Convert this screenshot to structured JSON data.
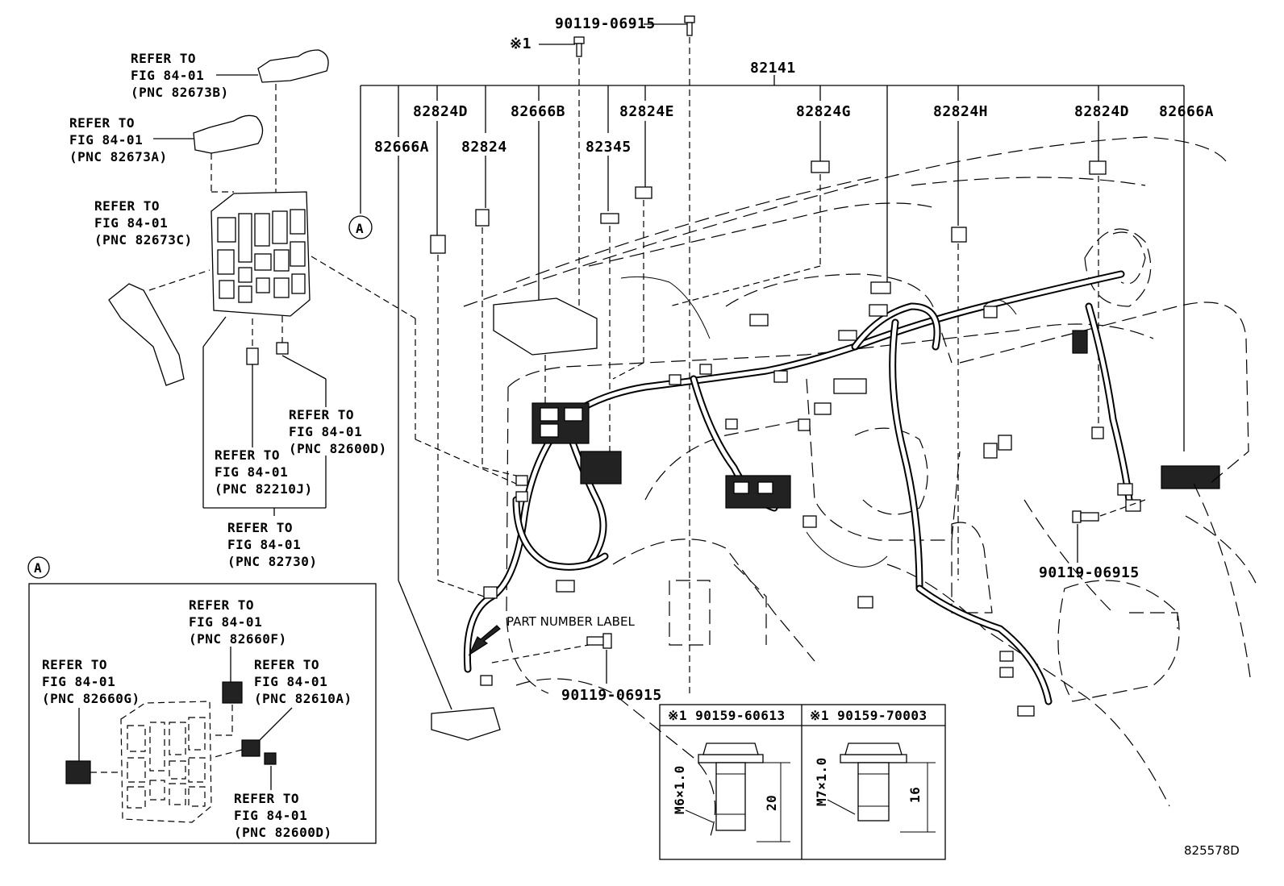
{
  "labels": {
    "main_assembly": "82141",
    "bolt_top": "90119-06915",
    "bolt_ref1": "※1",
    "p82824D_left": "82824D",
    "p82666B": "82666B",
    "p82824E": "82824E",
    "p82824G": "82824G",
    "p82824H": "82824H",
    "p82824D_right": "82824D",
    "p82666A_right": "82666A",
    "p82666A_left": "82666A",
    "p82824": "82824",
    "p82345": "82345",
    "callout_a": "A",
    "bolt_right": "90119-06915",
    "bolt_bottom": "90119-06915",
    "part_number_label": "PART NUMBER LABEL",
    "figure_code": "825578D"
  },
  "refs": [
    {
      "line1": "REFER TO",
      "line2": "FIG 84-01",
      "line3": "(PNC 82673B)"
    },
    {
      "line1": "REFER TO",
      "line2": "FIG 84-01",
      "line3": "(PNC 82673A)"
    },
    {
      "line1": "REFER TO",
      "line2": "FIG 84-01",
      "line3": "(PNC 82673C)"
    },
    {
      "line1": "REFER TO",
      "line2": "FIG 84-01",
      "line3": "(PNC 82600D)"
    },
    {
      "line1": "REFER TO",
      "line2": "FIG 84-01",
      "line3": "(PNC 82210J)"
    },
    {
      "line1": "REFER TO",
      "line2": "FIG 84-01",
      "line3": "(PNC 82730)"
    },
    {
      "line1": "REFER TO",
      "line2": "FIG 84-01",
      "line3": "(PNC 82660F)"
    },
    {
      "line1": "REFER TO",
      "line2": "FIG 84-01",
      "line3": "(PNC 82660G)"
    },
    {
      "line1": "REFER TO",
      "line2": "FIG 84-01",
      "line3": "(PNC 82610A)"
    },
    {
      "line1": "REFER TO",
      "line2": "FIG 84-01",
      "line3": "(PNC 82600D)"
    }
  ],
  "bolt_table": {
    "col1_header": "※1 90159-60613",
    "col2_header": "※1 90159-70003",
    "col1_thread": "M6×1.0",
    "col2_thread": "M7×1.0",
    "col1_length": "20",
    "col2_length": "16"
  }
}
